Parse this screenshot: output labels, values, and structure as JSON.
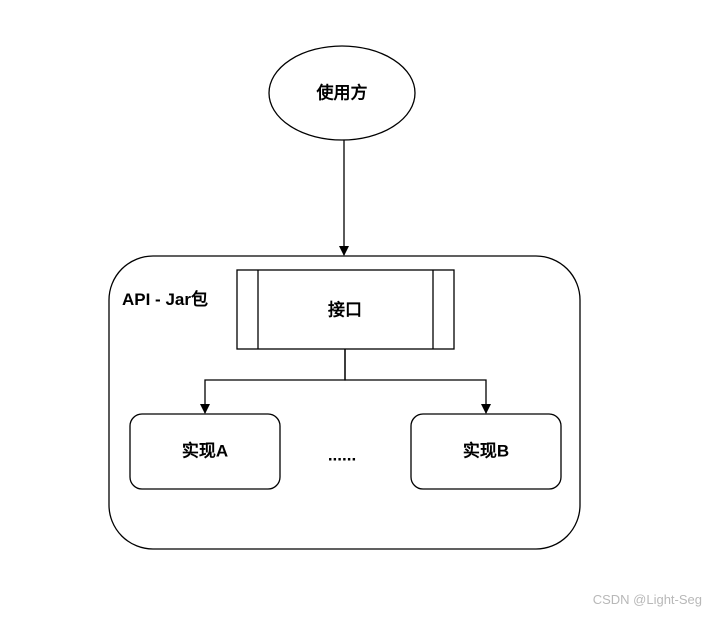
{
  "diagram": {
    "user_label": "使用方",
    "container_label": "API - Jar包",
    "interface_label": "接口",
    "impl_a_label": "实现A",
    "impl_b_label": "实现B",
    "ellipsis": "......"
  },
  "watermark": "CSDN @Light-Seg"
}
